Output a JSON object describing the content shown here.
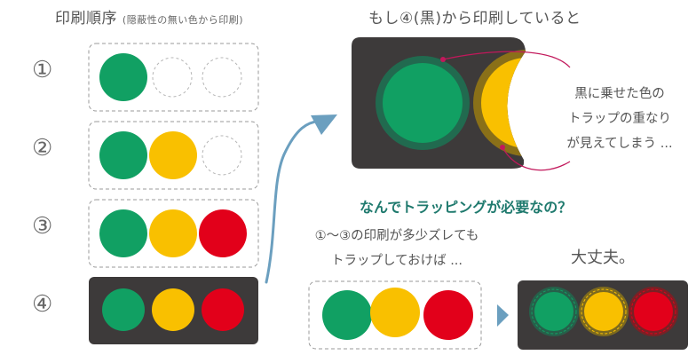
{
  "print_order": {
    "title": "印刷順序",
    "subtitle": "(隠蔽性の無い色から印刷)",
    "steps": [
      "①",
      "②",
      "③",
      "④"
    ]
  },
  "problem": {
    "title": "もし④(黒)から印刷していると",
    "callout": [
      "黒に乗せた色の",
      "トラップの重なり",
      "が見えてしまう ..."
    ]
  },
  "question": "なんでトラッピングが必要なの？",
  "explanation": [
    "①〜③の印刷が多少ズレても",
    "トラップしておけば ..."
  ],
  "result": "大丈夫。",
  "colors": {
    "green": "#11a063",
    "yellow": "#f9c000",
    "red": "#e2001a",
    "black_plate": "#3d3a3a",
    "teal_text": "#1f7a6e",
    "arrow": "#6b9fbf",
    "magenta": "#c2185b"
  }
}
